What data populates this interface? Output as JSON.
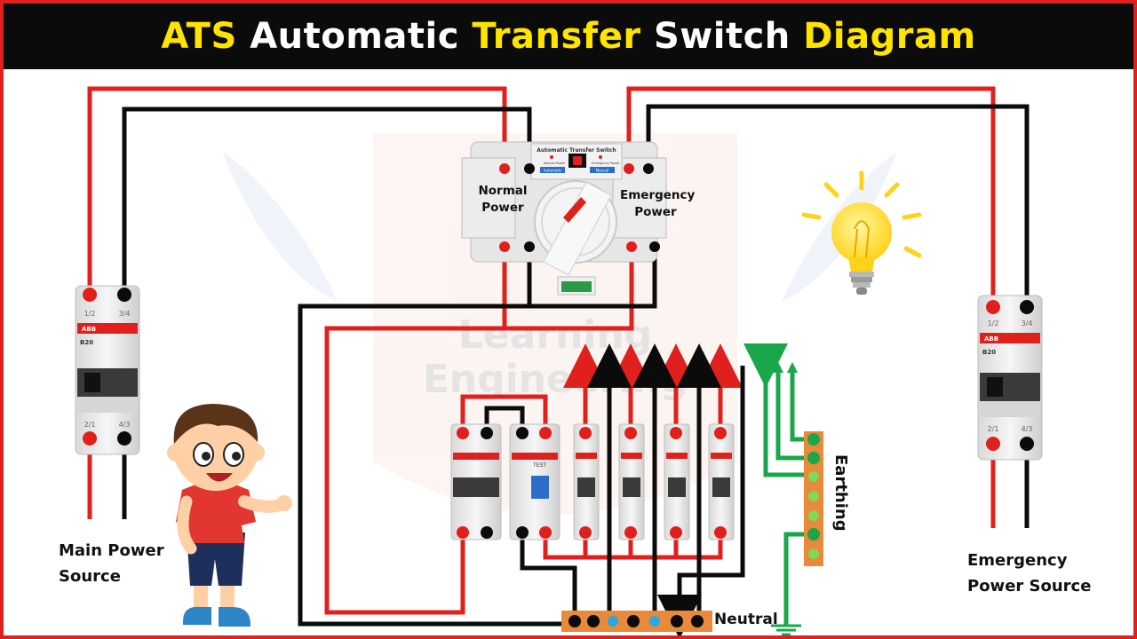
{
  "title": {
    "part1": "ATS",
    "part2": "Automatic",
    "part3": "Transfer",
    "part4": "Switch",
    "part5": "Diagram"
  },
  "ats": {
    "device_label": "Automatic Transfer Switch",
    "normal_label": "Normal Power",
    "emergency_label": "Emergency Power",
    "left_indicator": "Normal Power",
    "right_indicator": "Emergency Power",
    "automatic_label": "Automatic",
    "manual_label": "Manual"
  },
  "breakers": {
    "top_terminal_1": "1/2",
    "top_terminal_2": "3/4",
    "bottom_terminal_1": "2/1",
    "bottom_terminal_2": "4/3",
    "brand": "ABB",
    "model": "B20",
    "rccb_test": "TEST"
  },
  "labels": {
    "main_source": "Main Power Source",
    "emergency_source": "Emergency Power Source",
    "earthing": "Earthing",
    "neutral": "Neutral"
  },
  "watermark": {
    "line1": "Learning",
    "line2": "Engineering"
  },
  "colors": {
    "live": "#e0201c",
    "neutral": "#0b0b0b",
    "earth": "#1aa64a",
    "title_bg": "#0b0b0b",
    "title_yellow": "#ffe400",
    "bar": "#e88a3a"
  },
  "icons": [
    "light-bulb-icon",
    "boy-character",
    "ground-symbol-icon",
    "arrow-up-icon"
  ]
}
